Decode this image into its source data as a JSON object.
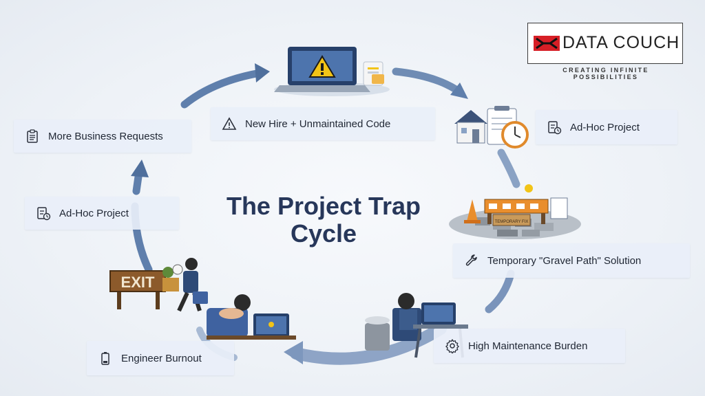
{
  "title_line1": "The Project Trap",
  "title_line2": "Cycle",
  "logo": {
    "brand_left": "DATA",
    "brand_right": "COUCH",
    "tagline": "CREATING INFINITE POSSIBILITIES",
    "accent_color": "#d71f26"
  },
  "steps": [
    {
      "label": "New Hire + Unmaintained Code",
      "icon": "warning-icon"
    },
    {
      "label": "Ad-Hoc Project",
      "icon": "checklist-clock-icon"
    },
    {
      "label": "Temporary \"Gravel Path\" Solution",
      "icon": "wrench-icon"
    },
    {
      "label": "High Maintenance Burden",
      "icon": "gear-icon"
    },
    {
      "label": "Engineer Burnout",
      "icon": "battery-low-icon"
    },
    {
      "label": "Ad-Hoc Project",
      "icon": "checklist-clock-icon"
    },
    {
      "label": "More Business Requests",
      "icon": "clipboard-icon"
    }
  ],
  "exit_sign": "EXIT",
  "sign_text": "TEMPORARY FIX",
  "colors": {
    "arrow": "#5f7fac",
    "title": "#27375a",
    "label_bg": "#e9eff8"
  }
}
